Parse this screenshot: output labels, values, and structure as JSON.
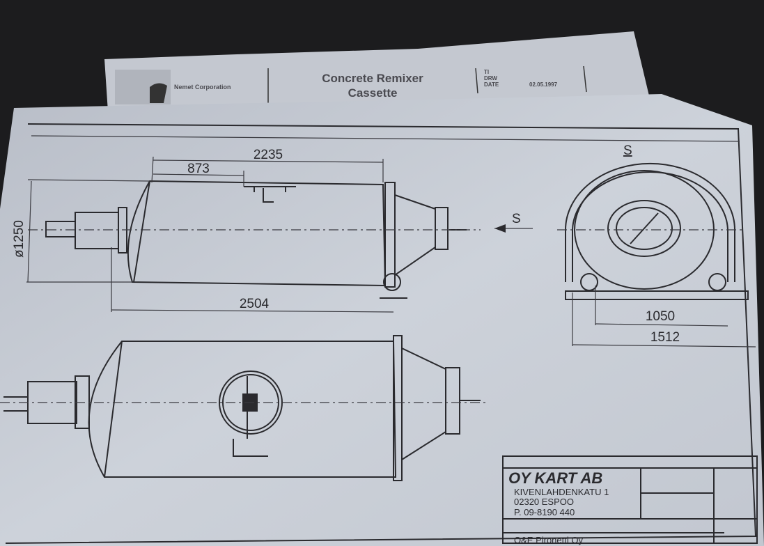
{
  "back_sheet": {
    "company": "Nemet Corporation",
    "title_line1": "Concrete Remixer",
    "title_line2": "Cassette",
    "field_ti": "TI",
    "field_drw": "DRW",
    "field_date": "DATE",
    "date_value": "02.05.1997"
  },
  "drawing": {
    "view_label": "S",
    "arrow_label": "S",
    "dimensions": {
      "overall_top": "2235",
      "offset": "873",
      "diameter": "ø1250",
      "length": "2504",
      "foot_spacing": "1050",
      "base_width": "1512"
    }
  },
  "title_block": {
    "company": "OY KART AB",
    "street": "KIVENLAHDENKATU 1",
    "city": "02320 ESPOO",
    "phone": "P. 09-8190 440",
    "client": "O&E Pironetti Oy"
  },
  "colors": {
    "background": "#1a1a1a",
    "paper": "#c9ced6",
    "ink": "#2a2a2e"
  }
}
